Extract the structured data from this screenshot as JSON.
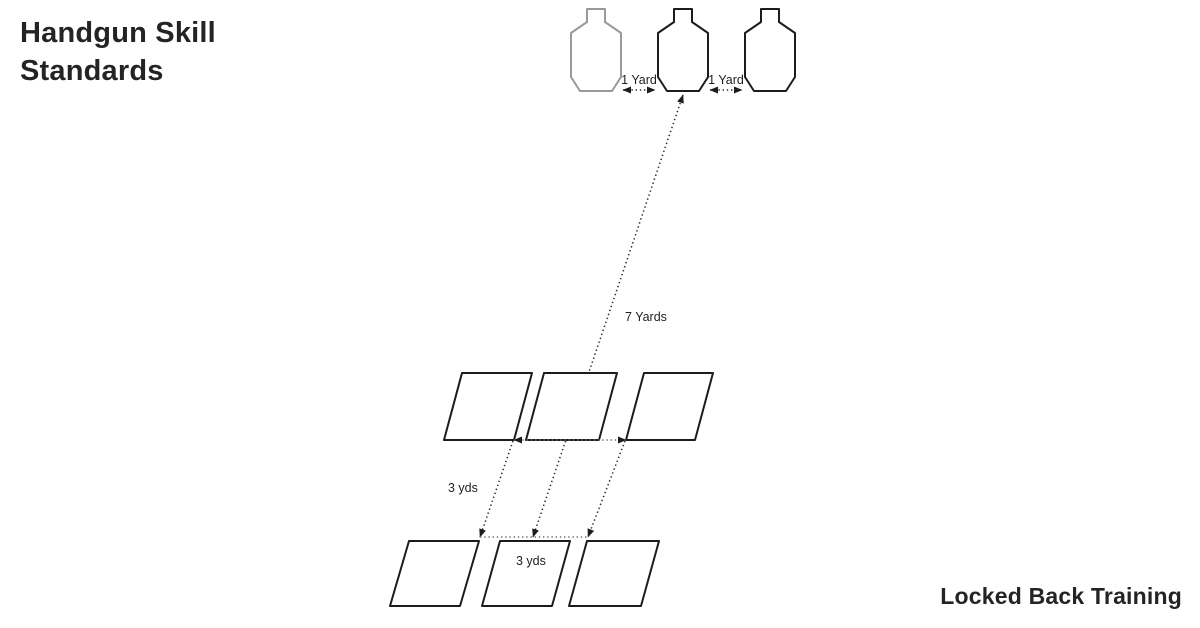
{
  "title": {
    "lines": [
      "Handgun Skill",
      "Standards"
    ]
  },
  "branding": {
    "text": "Locked Back Training"
  },
  "diagram": {
    "description": "Range setup: three silhouette targets, two rows of three shooting boxes",
    "targets": {
      "count": 3,
      "type": "handgun-silhouette-target"
    },
    "shooting_boxes": {
      "rows": 2,
      "boxes_per_row": 3
    },
    "labels": {
      "target_gap_left": "1 Yard",
      "target_gap_right": "1 Yard",
      "targets_to_boxes": "7 Yards",
      "row_gap_left": "3 yds",
      "row_gap_middle": "3 yds"
    }
  },
  "colors": {
    "background": "#ffffff",
    "outline": "#1c1c1c",
    "faded_target_outline": "#999999",
    "dotted_line": "#2b2b2b",
    "dotted_line_light": "#6f6f6f",
    "text": "#242424"
  }
}
